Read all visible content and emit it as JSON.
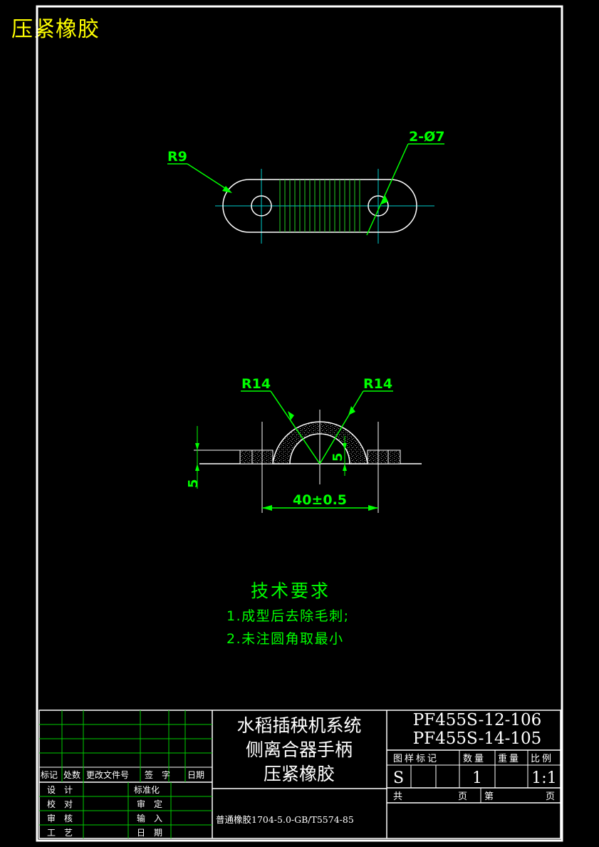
{
  "header": {
    "corner_title": "压紧橡胶"
  },
  "top_view": {
    "labels": {
      "r9": "R9",
      "holes": "2-Ø7"
    }
  },
  "front_view": {
    "labels": {
      "r14_left": "R14",
      "r14_right": "R14",
      "five_vertical": "5",
      "five_left": "5",
      "width": "40±0.5"
    }
  },
  "notes": {
    "title": "技术要求",
    "line1": "1.成型后去除毛刺;",
    "line2": "2.未注圆角取最小"
  },
  "title_block": {
    "rev_headers": [
      "标记",
      "处数",
      "更改文件号",
      "签　字",
      "日期"
    ],
    "sign_rows": [
      {
        "left": "设　计",
        "right": "标准化"
      },
      {
        "left": "校　对",
        "right": "审　定"
      },
      {
        "left": "审　核",
        "right": "输　入"
      },
      {
        "left": "工　艺",
        "right": "日　期"
      }
    ],
    "name_lines": [
      "水稻插秧机系统",
      "侧离合器手柄",
      "压紧橡胶"
    ],
    "material": "普通橡胶1704-5.0-GB/T5574-85",
    "drawing_numbers": [
      "PF455S-12-106",
      "PF455S-14-105"
    ],
    "info_headers": [
      "图样标记",
      "数量",
      "重量",
      "比例"
    ],
    "values": {
      "mark": "S",
      "quantity": "1",
      "scale": "1:1"
    },
    "sheet_labels": {
      "total": "共",
      "page1": "页",
      "of": "第",
      "page2": "页"
    }
  }
}
